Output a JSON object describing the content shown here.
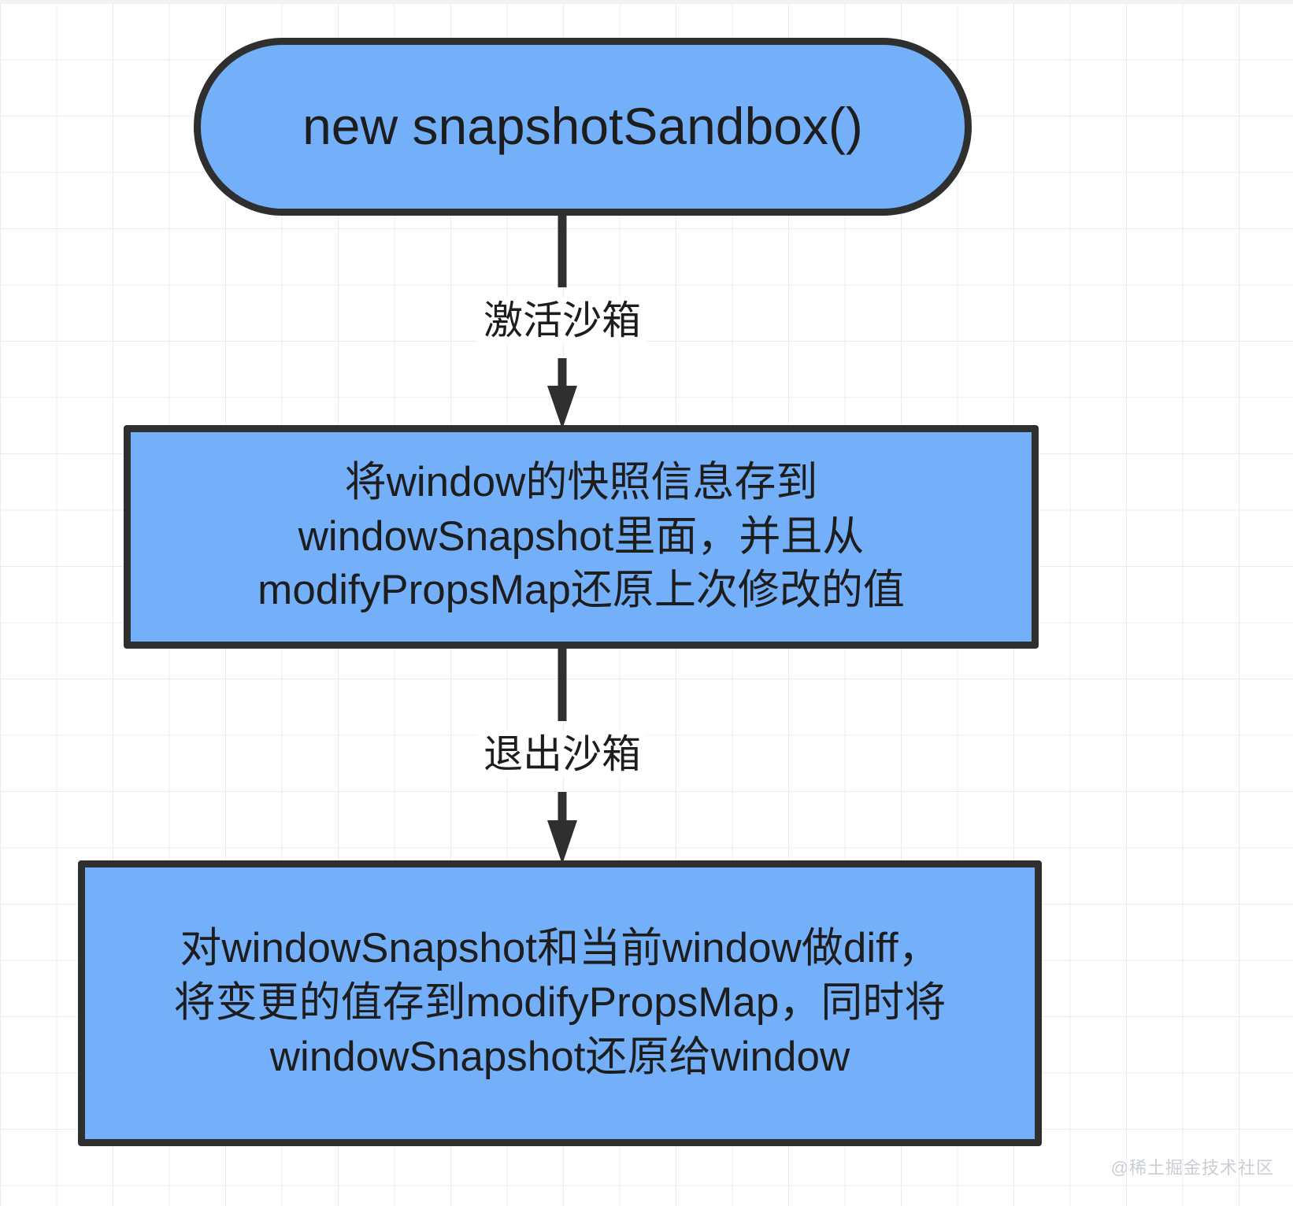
{
  "diagram": {
    "type": "flowchart",
    "direction": "top-to-bottom",
    "background": {
      "grid": "true",
      "grid_color": "#ececec",
      "page_color": "#ffffff"
    },
    "style": {
      "node_fill": "#74b0f9",
      "node_stroke": "#2f2f2f",
      "text_color": "#1d1d1d",
      "edge_color": "#2f2f2f"
    },
    "nodes": [
      {
        "id": "start",
        "shape": "stadium",
        "label": "new snapshotSandbox()"
      },
      {
        "id": "store",
        "shape": "rectangle",
        "label": "将window的快照信息存到\nwindowSnapshot里面，并且从\nmodifyPropsMap还原上次修改的值"
      },
      {
        "id": "diff",
        "shape": "rectangle",
        "label": "对windowSnapshot和当前window做diff，\n将变更的值存到modifyPropsMap，同时将\nwindowSnapshot还原给window"
      }
    ],
    "edges": [
      {
        "id": "e1",
        "from": "start",
        "to": "store",
        "label": "激活沙箱",
        "arrow": "solid-triangle"
      },
      {
        "id": "e2",
        "from": "store",
        "to": "diff",
        "label": "退出沙箱",
        "arrow": "solid-triangle"
      }
    ],
    "watermark": "@稀土掘金技术社区"
  }
}
